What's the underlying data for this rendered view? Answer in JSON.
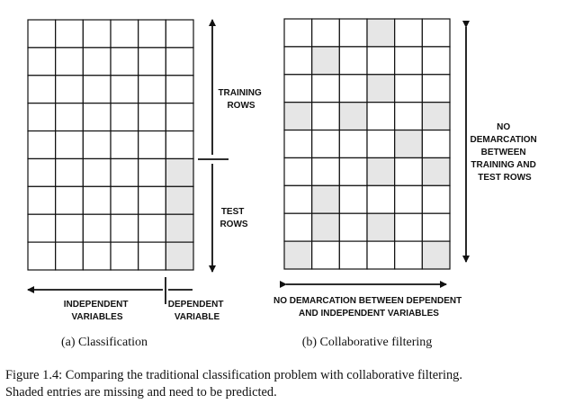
{
  "colors": {
    "grid_line": "#111111",
    "shaded": "#e6e6e6",
    "arrow": "#111111"
  },
  "left_matrix": {
    "rows": 9,
    "cols": 6,
    "shaded": [
      [
        5,
        5
      ],
      [
        6,
        5
      ],
      [
        7,
        5
      ],
      [
        8,
        5
      ]
    ],
    "training_label": [
      "TRAINING",
      "ROWS"
    ],
    "test_label": [
      "TEST",
      "ROWS"
    ],
    "independent_label": [
      "INDEPENDENT",
      "VARIABLES"
    ],
    "dependent_label": [
      "DEPENDENT",
      "VARIABLE"
    ],
    "caption": "(a) Classification"
  },
  "right_matrix": {
    "rows": 9,
    "cols": 6,
    "shaded": [
      [
        0,
        3
      ],
      [
        1,
        1
      ],
      [
        2,
        3
      ],
      [
        3,
        0
      ],
      [
        3,
        2
      ],
      [
        3,
        5
      ],
      [
        4,
        4
      ],
      [
        5,
        3
      ],
      [
        5,
        5
      ],
      [
        6,
        1
      ],
      [
        7,
        1
      ],
      [
        7,
        3
      ],
      [
        8,
        0
      ],
      [
        8,
        5
      ]
    ],
    "side_label": [
      "NO",
      "DEMARCATION",
      "BETWEEN",
      "TRAINING AND",
      "TEST ROWS"
    ],
    "bottom_label": [
      "NO DEMARCATION BETWEEN DEPENDENT",
      "AND INDEPENDENT VARIABLES"
    ],
    "caption": "(b) Collaborative filtering"
  },
  "figure_caption": [
    "Figure 1.4: Comparing the traditional classification problem with collaborative filtering.",
    "Shaded entries are missing and need to be predicted."
  ]
}
